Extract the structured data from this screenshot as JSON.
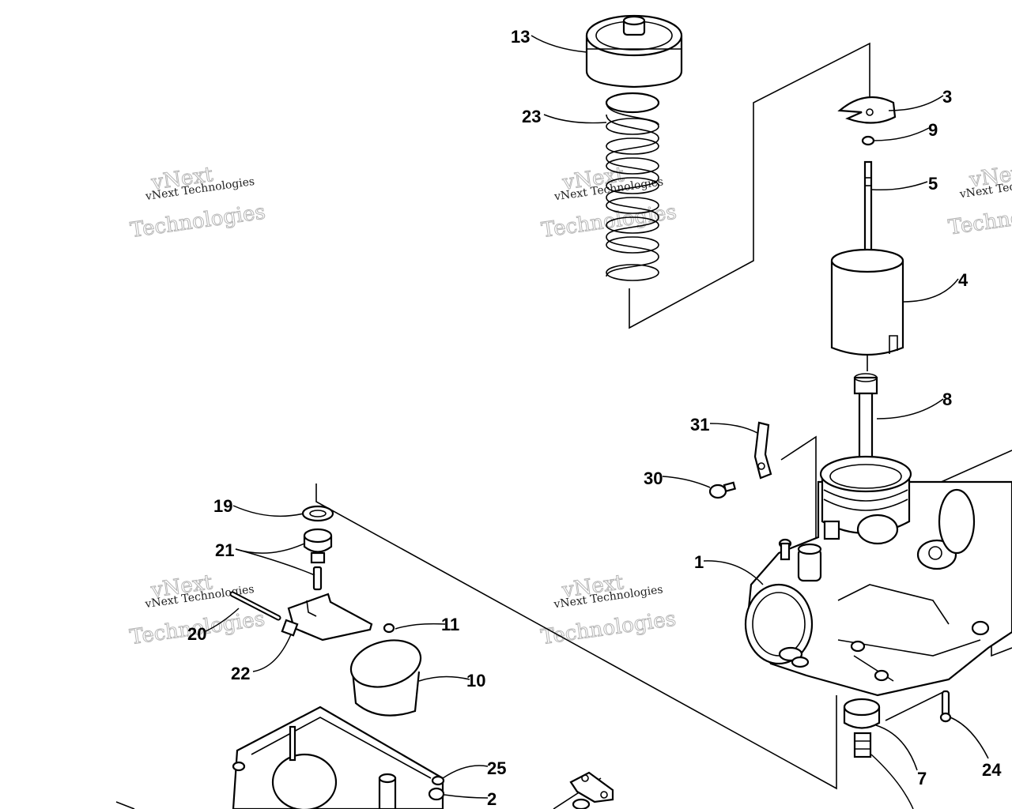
{
  "diagram": {
    "part_numbers": [
      "1",
      "2",
      "3",
      "4",
      "5",
      "7",
      "8",
      "9",
      "10",
      "11",
      "13",
      "19",
      "20",
      "21",
      "22",
      "23",
      "24",
      "25",
      "30",
      "31"
    ],
    "watermark": {
      "line1": "vNext",
      "line2": "Technologies",
      "caption": "vNext Technologies"
    }
  }
}
